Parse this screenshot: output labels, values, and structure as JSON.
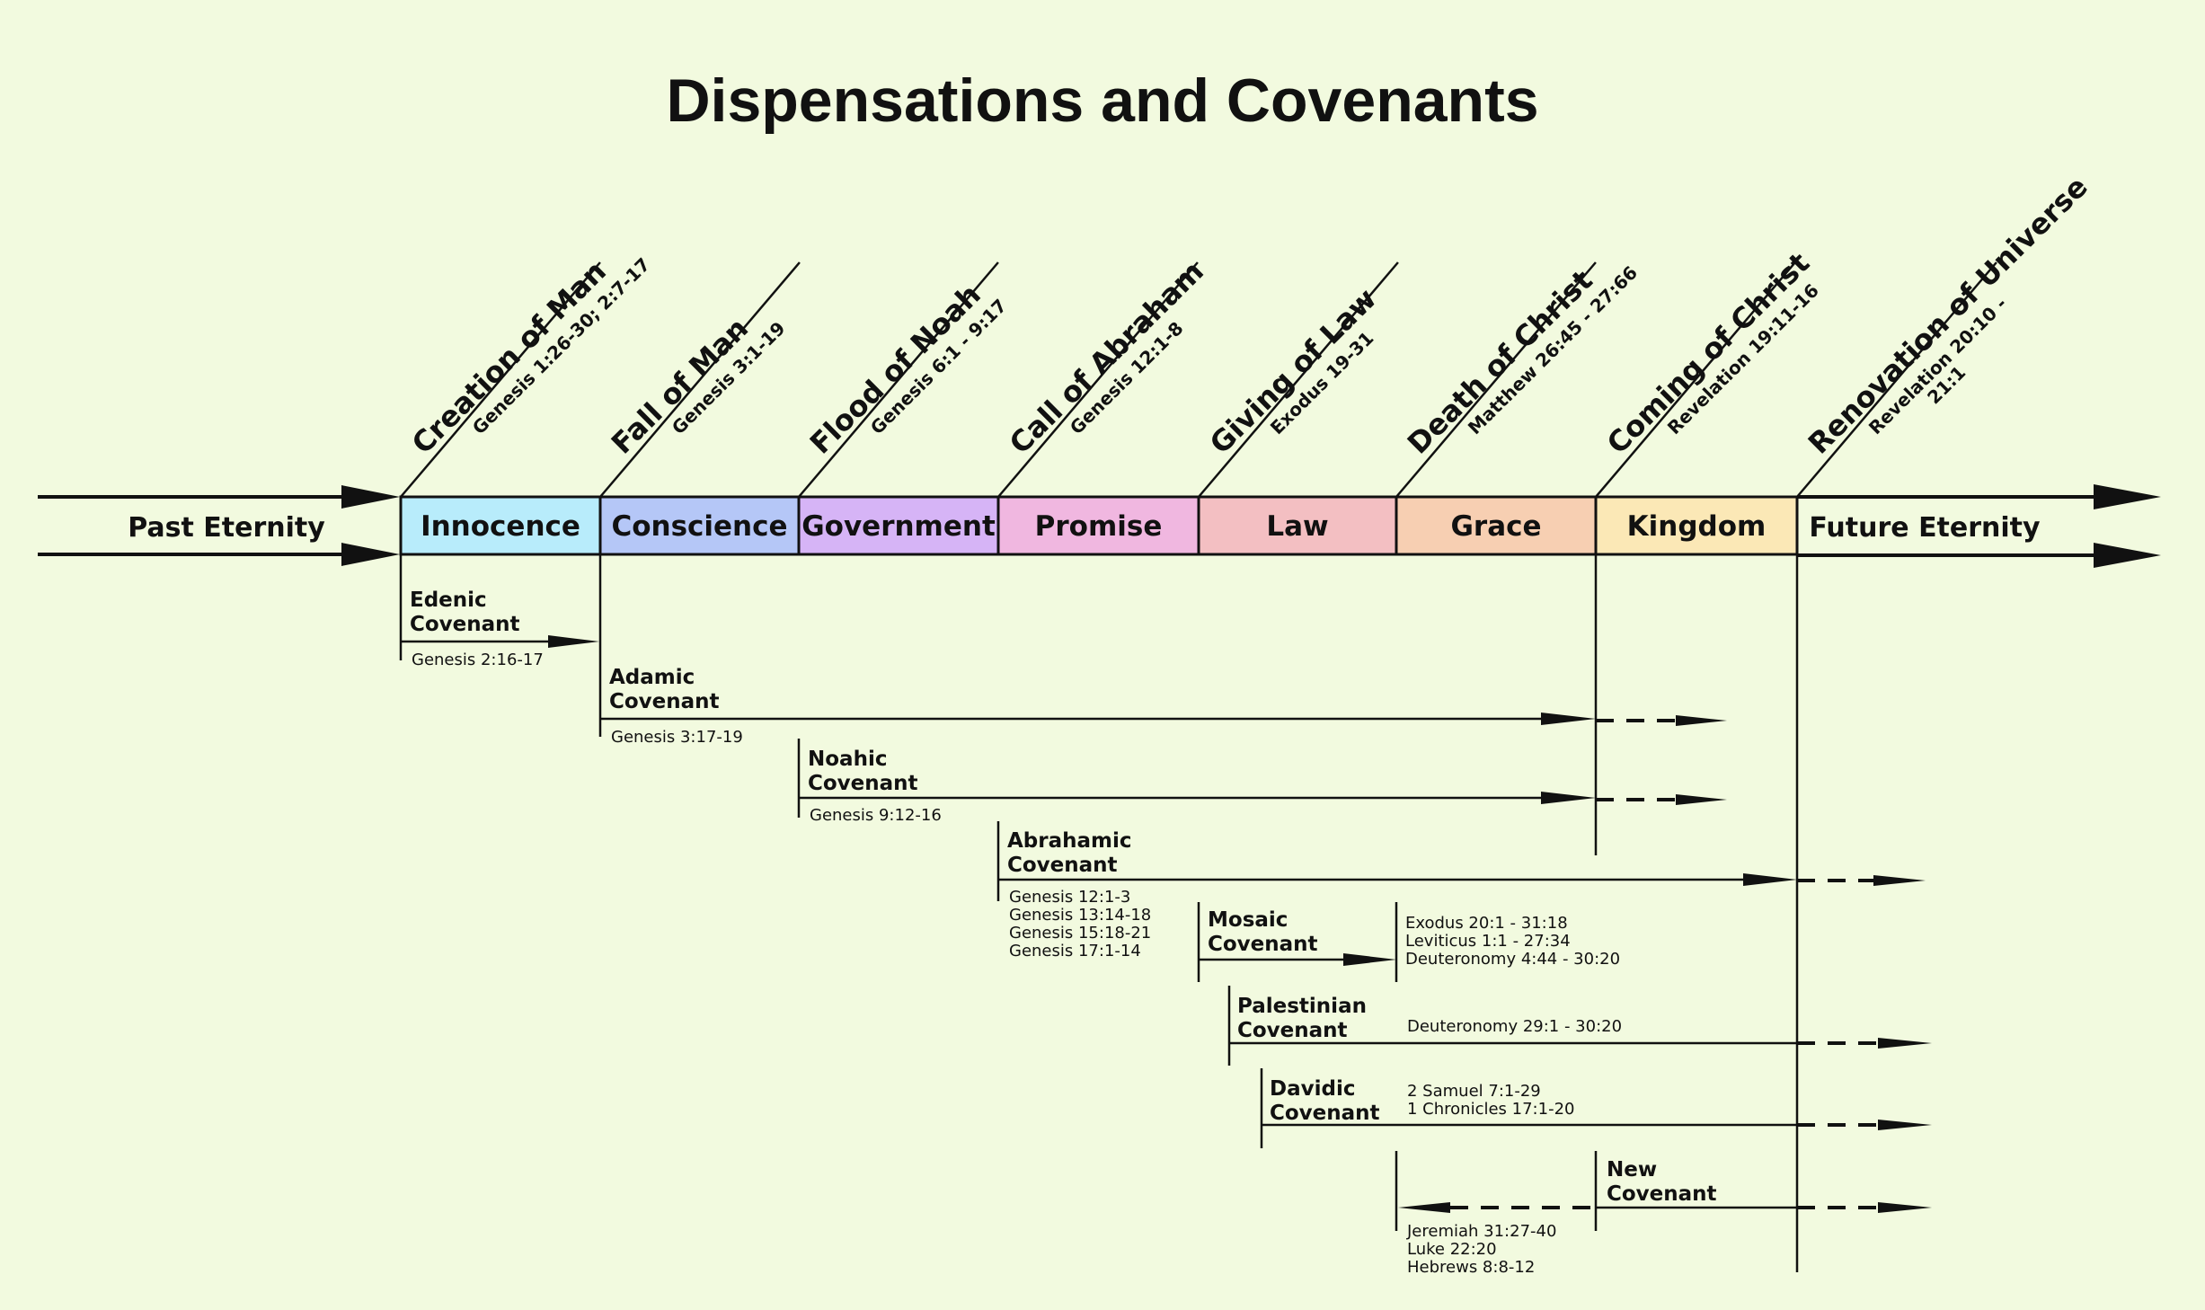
{
  "title": "Dispensations and Covenants",
  "eternity": {
    "past": "Past Eternity",
    "future": "Future Eternity"
  },
  "dispensations": [
    {
      "label": "Innocence",
      "color": "#b8ecfb"
    },
    {
      "label": "Conscience",
      "color": "#b5c7f7"
    },
    {
      "label": "Government",
      "color": "#d6b4f6"
    },
    {
      "label": "Promise",
      "color": "#f0b7e0"
    },
    {
      "label": "Law",
      "color": "#f3bfc2"
    },
    {
      "label": "Grace",
      "color": "#f7cfb2"
    },
    {
      "label": "Kingdom",
      "color": "#fbe8b6"
    }
  ],
  "events": [
    {
      "name": "Creation of Man",
      "refs": [
        "Genesis 1:26-30; 2:7-17"
      ]
    },
    {
      "name": "Fall of Man",
      "refs": [
        "Genesis 3:1-19"
      ]
    },
    {
      "name": "Flood of Noah",
      "refs": [
        "Genesis 6:1 - 9:17"
      ]
    },
    {
      "name": "Call of Abraham",
      "refs": [
        "Genesis 12:1-8"
      ]
    },
    {
      "name": "Giving of Law",
      "refs": [
        "Exodus 19-31"
      ]
    },
    {
      "name": "Death of Christ",
      "refs": [
        "Matthew 26:45 - 27:66"
      ]
    },
    {
      "name": "Coming of Christ",
      "refs": [
        "Revelation 19:11-16"
      ]
    },
    {
      "name": "Renovation of Universe",
      "refs": [
        "Revelation 20:10 -",
        "21:1"
      ]
    }
  ],
  "covenants": [
    {
      "name": [
        "Edenic",
        "Covenant"
      ],
      "refs": [
        "Genesis 2:16-17"
      ]
    },
    {
      "name": [
        "Adamic",
        "Covenant"
      ],
      "refs": [
        "Genesis 3:17-19"
      ]
    },
    {
      "name": [
        "Noahic",
        "Covenant"
      ],
      "refs": [
        "Genesis 9:12-16"
      ]
    },
    {
      "name": [
        "Abrahamic",
        "Covenant"
      ],
      "refs": [
        "Genesis 12:1-3",
        "Genesis 13:14-18",
        "Genesis 15:18-21",
        "Genesis 17:1-14"
      ]
    },
    {
      "name": [
        "Mosaic",
        "Covenant"
      ],
      "refs": [
        "Exodus 20:1 - 31:18",
        "Leviticus 1:1 - 27:34",
        "Deuteronomy 4:44 - 30:20"
      ]
    },
    {
      "name": [
        "Palestinian",
        "Covenant"
      ],
      "refs": [
        "Deuteronomy 29:1 - 30:20"
      ]
    },
    {
      "name": [
        "Davidic",
        "Covenant"
      ],
      "refs": [
        "2 Samuel 7:1-29",
        "1 Chronicles 17:1-20"
      ]
    },
    {
      "name": [
        "New",
        "Covenant"
      ],
      "refs": [
        "Jeremiah 31:27-40",
        "Luke 22:20",
        "Hebrews 8:8-12"
      ]
    }
  ]
}
